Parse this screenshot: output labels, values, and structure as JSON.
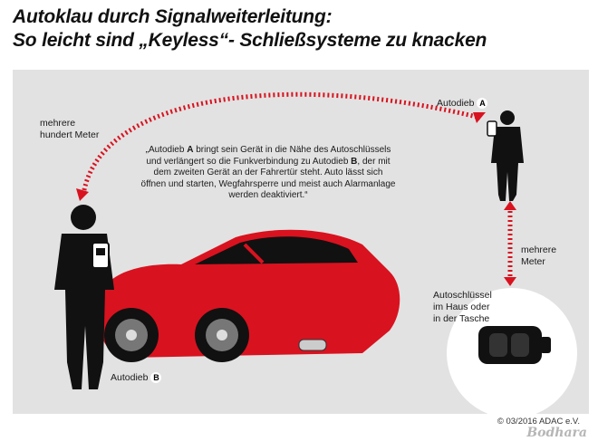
{
  "title": {
    "line1": "Autoklau durch Signalweiterleitung:",
    "line2": "So leicht sind „Keyless“- Schließsysteme zu knacken"
  },
  "labels": {
    "distance_top_line1": "mehrere",
    "distance_top_line2": "hundert Meter",
    "thief_a": "Autodieb",
    "thief_a_letter": "A",
    "thief_b": "Autodieb",
    "thief_b_letter": "B",
    "distance_right_line1": "mehrere",
    "distance_right_line2": "Meter",
    "key_line1": "Autoschlüssel",
    "key_line2": "im Haus oder",
    "key_line3": "in der Tasche"
  },
  "quote": {
    "p1": "„Autodieb ",
    "a": "A",
    "p2": " bringt sein Gerät in die Nähe des Autoschlüssels und verlängert so die Funkverbindung zu Autodieb ",
    "b": "B",
    "p3": ", der mit dem zweiten Gerät an der Fahrertür steht. Auto lässt sich öffnen und starten, Wegfahrsperre und meist auch Alarmanlage werden deaktiviert.“"
  },
  "footer": {
    "copyright": "© 03/2016 ADAC e.V.",
    "watermark": "Bodhara"
  },
  "colors": {
    "accent_red": "#d9121f",
    "panel_gray": "#e2e2e2",
    "silhouette": "#111111"
  }
}
